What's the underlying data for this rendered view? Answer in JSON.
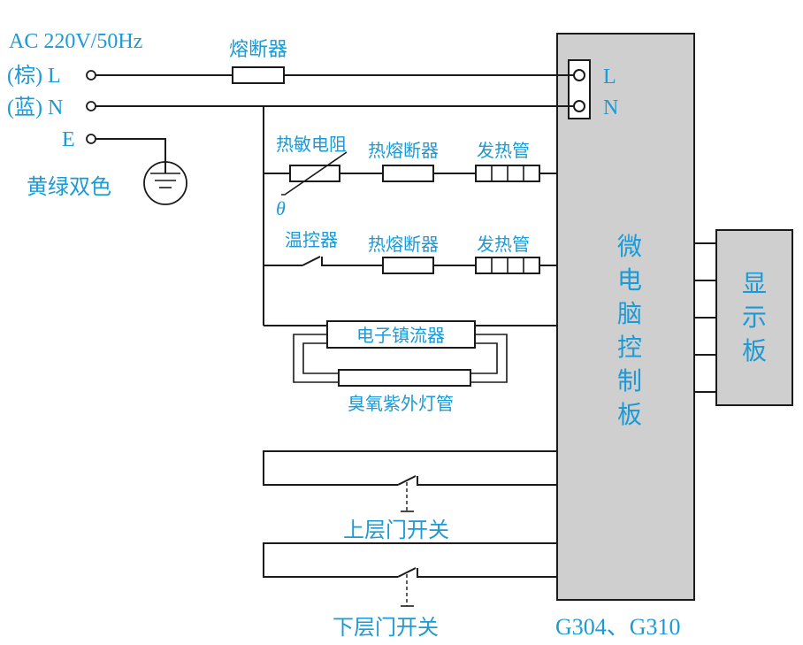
{
  "power": {
    "supply": "AC 220V/50Hz",
    "line_label": "(棕) L",
    "neutral_label": "(蓝) N",
    "earth_label": "E",
    "earth_wire_color": "黄绿双色"
  },
  "main_fuse": "熔断器",
  "branch1": {
    "thermistor": "热敏电阻",
    "theta": "θ",
    "fuse": "热熔断器",
    "heater": "发热管"
  },
  "branch2": {
    "thermostat": "温控器",
    "fuse": "热熔断器",
    "heater": "发热管"
  },
  "ballast": "电子镇流器",
  "uv_lamp": "臭氧紫外灯管",
  "upper_switch": "上层门开关",
  "lower_switch": "下层门开关",
  "controller": {
    "label_chars": [
      "微",
      "电",
      "脑",
      "控",
      "制",
      "板"
    ],
    "terminal_l": "L",
    "terminal_n": "N"
  },
  "display": {
    "label_chars": [
      "显",
      "示",
      "板"
    ]
  },
  "models": "G304、G310"
}
